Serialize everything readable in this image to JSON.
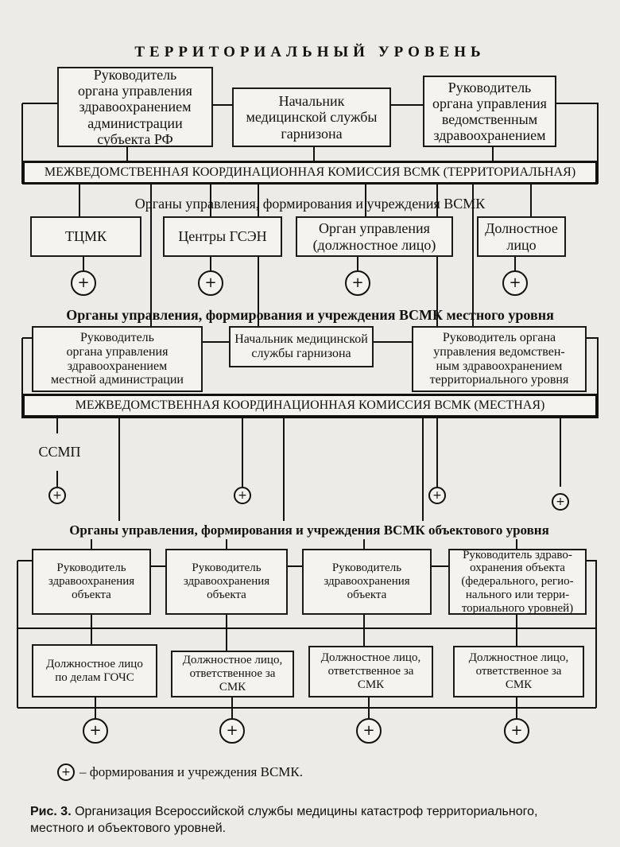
{
  "title": "ТЕРРИТОРИАЛЬНЫЙ УРОВЕНЬ",
  "territorial": {
    "heads": [
      "Руководитель\nоргана управления\nздравоохранением\nадминистрации\nсубъекта РФ",
      "Начальник\nмедицинской службы\nгарнизона",
      "Руководитель\nоргана управления\nведомственным\nздравоохранением"
    ],
    "commission": "МЕЖВЕДОМСТВЕННАЯ КООРДИНАЦИОННАЯ КОМИССИЯ ВСМК (ТЕРРИТОРИАЛЬНАЯ)",
    "bodies_heading": "Органы управления, формирования и учреждения ВСМК",
    "bodies": [
      "ТЦМК",
      "Центры ГСЭН",
      "Орган управления\n(должностное лицо)",
      "Долностное\nлицо"
    ]
  },
  "local": {
    "heading": "Органы управления, формирования и учреждения ВСМК местного уровня",
    "heads": [
      "Руководитель\nоргана управления\nздравоохранением\nместной администрации",
      "Начальник медицинской\nслужбы гарнизона",
      "Руководитель органа\nуправления ведомствен-\nным здравоохранением\nтерриториального уровня"
    ],
    "commission": "МЕЖВЕДОМСТВЕННАЯ КООРДИНАЦИОННАЯ КОМИССИЯ ВСМК (МЕСТНАЯ)",
    "ssmp": "ССМП"
  },
  "object": {
    "heading": "Органы управления, формирования и учреждения ВСМК объектового уровня",
    "heads": [
      "Руководитель\nздравоохранения\nобъекта",
      "Руководитель\nздравоохранения\nобъекта",
      "Руководитель\nздравоохранения\nобъекта",
      "Руководитель здраво-\nохранения объекта\n(федерального, регио-\nнального или терри-\nториального уровней)"
    ],
    "officials": [
      "Должностное лицо\nпо делам ГОЧС",
      "Должностное лицо,\nответственное за\nСМК",
      "Должностное лицо,\nответственное за\nСМК",
      "Должностное лицо,\nответственное за\nСМК"
    ]
  },
  "plus_symbol": "+",
  "legend_text": "– формирования и учреждения ВСМК.",
  "caption": {
    "label": "Рис. 3.",
    "text": "Организация Всероссийской службы медицины катастроф территориального, местного и объектового уровней."
  }
}
